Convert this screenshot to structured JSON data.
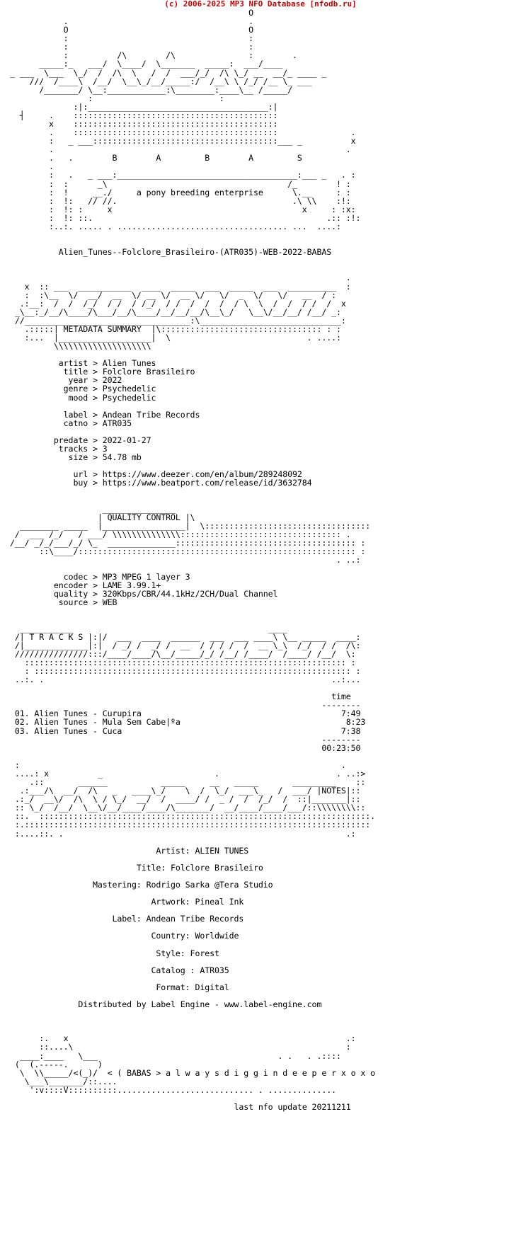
{
  "header": {
    "text": "(c) 2006-2025 MP3 NFO Database [nfodb.ru]",
    "color": "#cc0000"
  },
  "nfo_lines": [
    "                                                 O",
    "           .                                     .",
    "           O                                     O",
    "           :                                     :",
    "           :                                     :",
    "           :          /\\        /\\               :        .",
    "      _____:_   ___/  \\____/  \\_______  _____:  ___/____",
    "_ ___  \\___  \\_/  /  /\\  \\   /  /  ___/_/  /\\ \\_/ __  __/_ ____ _",
    "    ///  /____\\  /__/  \\__\\_/__/_____:/  /__\\ \\ /_/ /__ \\_ ___",
    "      /_______/ \\__:____________:\\________:____\\__ /_____/",
    "                :                          :",
    "             :|:_____________________________________:|",
    "  ┤     .    ::::::::::::::::::::::::::::::::::::::::::",
    "        x    ::::::::::::::::::::::::::::::::::::::::::",
    "        .    ::::::::::::::::::::::::::::::::::::::::::               .",
    "        :   _ ___::::::::::::::::::::::::::::::::::::::___ _          x",
    "        .                                                            .",
    "        .   .        B        A         B        A         S",
    "        .",
    "        :   .   _ ___:_____________________________________:___ _   . :",
    "        :  :      _\\                                     /_        ! :",
    "        :  !     __./     a pony breeding enterprise      \\.__     : :",
    "        :  !:   // //.                                    .\\ \\\\    :!:",
    "        :  !: :     x                                       x     : :x:",
    "        :  !: ::.                                                .:: :!:",
    "        :..:. ..... . ................................... ...  ....:",
    "",
    "",
    "          Alien_Tunes--Folclore_Brasileiro-(ATR035)-WEB-2022-BABAS",
    "",
    "",
    "                                                                     .",
    "   x  :: ___  ___________  ____  _____  ___  _____  ___  __________  :",
    "   :  :\\__  \\/  __/  __  \\/ __ \\/  __ \\/   \\/  _  \\/   \\/   __  / :",
    "  .:__:  /  /  /_/  / /  / /_/  / /  /  /  /  / \\  \\  /  /  / /  /  x",
    " _\\__:_/__/\\____/\\___/__/\\____/__/__/__/\\__\\_/   \\__\\/__/__/ /__/ _:",
    " //__________________________________:\\_____________________________:",
    "   .:::::| METADATA SUMMARY  |\\::::::::::::::::::::::::::::::::: : :",
    "   :...  |___________________|  \\                            . ....:",
    "         \\\\\\\\\\\\\\\\\\\\\\\\\\\\\\\\\\\\\\\\",
    "",
    "          artist > Alien Tunes",
    "           title > Folclore Brasileiro",
    "            year > 2022",
    "           genre > Psychedelic",
    "            mood > Psychedelic",
    "",
    "           label > Andean Tribe Records",
    "           catno > ATR035",
    "",
    "         predate > 2022-01-27",
    "          tracks > 3",
    "            size > 54.78 mb",
    "",
    "             url > https://www.deezer.com/en/album/289248092",
    "             buy > https://www.beatport.com/release/id/3632784",
    "",
    "",
    "                   _______________",
    "                  | QUALITY CONTROL |\\",
    "  ________ _____  |_________________|  \\::::::::::::::::::::::::::::::::::",
    " /  ___ /_/   / ___/ \\\\\\\\\\\\\\\\\\\\\\\\\\\\::::::::::::::::::::::::::::::::: .",
    "/__/ _/_/___/_/ \\_  ______________::::::::::::::::::::::::::::::::::::: :",
    "      ::\\____/::::::::::::::::::::::::::::::::::::::::::::::::::::::::: :",
    "                                                                   . ..:",
    "",
    "           codec > MP3 MPEG 1 layer 3",
    "         encoder > LAME 3.99.1+",
    "         quality > 320Kbps/CBR/44.1kHz/2CH/Dual Channel",
    "          source > WEB",
    "",
    "",
    "  ___________                                        ____",
    " /| T R A C K S |:|/  ___  ____  ______  ___  ___ ____\\ \\__ _____  ____:",
    " /|_____________|:|  / _/ /  _/ /  __  / / / /  /  __ \\_\\  /_/  / /  /\\:",
    " ///////////////:::/____/____/\\__/_____/_/ /__/ /____/  /____/ /__/  \\:",
    "   :::::::::::::::::::::::::::::::::::::::::::::::::::::::::::::::::: :",
    "   : ::::::::::::::::::::::::::::::::::::::::::::::::::::::::::::::::: :",
    " ..:. .                                                           ..:...",
    "",
    "                                                                  time",
    "                                                                --------",
    " 01. Alien Tunes - Curupira                                         7:49",
    " 02. Alien Tunes - Mula Sem Cabe|ºa                                  8:23",
    " 03. Alien Tunes - Cuca                                             7:38",
    "                                                                --------",
    "                                                                00:23:50",
    "",
    " :                                                                  .",
    " ....: x          _                       .                        . ..:>",
    "    .::       ______           _____     __   _____       _________    ::",
    "  .:___/\\  __/  /\\   _   ____\\_/    \\  /  \\_/  ___\\_   /  ___/ |NOTES|::",
    " .:_/  __\\/  /\\  \\ / \\_/  __/  /  ____/ /  _ /  /  /_/  /  ::|_______|::",
    " :: \\_/  /__/  \\__\\/__/____/____/\\_______/  __/____/____/___/::\\\\\\\\\\\\\\\\::",
    " ::.  ::::::::::::::::::::::::::::::::::::::::::::::::::::::::::::::::::::.",
    " :.:::::::::::::::::::::::::::::::::::::::::::::::::::::::::::::::::::::::",
    " :....::. .                                                          .:",
    "",
    "                              Artist: ALIEN TUNES",
    "",
    "                          Title: Folclore Brasileiro",
    "",
    "                 Mastering: Rodrigo Sarka @Tera Studio",
    "",
    "                             Artwork: Pineal Ink",
    "",
    "                     Label: Andean Tribe Records",
    "",
    "                             Country: Worldwide",
    "",
    "                              Style: Forest",
    "",
    "                             Catalog : ATR035",
    "",
    "                              Format: Digital",
    "",
    "              Distributed by Label Engine - www.label-engine.com",
    "",
    "",
    "",
    "      :.   x                                                         .:",
    "      ::....\\                                                        :",
    "  ____:____   \\___                                     . .   . .::::",
    " (  (.-----.      )",
    "  \\  \\\\_____/<(_)/  < ( BABAS > a l w a y s d i g g i n d e e p e r x o x o",
    "   \\___\\_______/::....",
    "    ':v::::V::::::::::............................ . ..............",
    "",
    "                                              last nfo update 20211211"
  ]
}
